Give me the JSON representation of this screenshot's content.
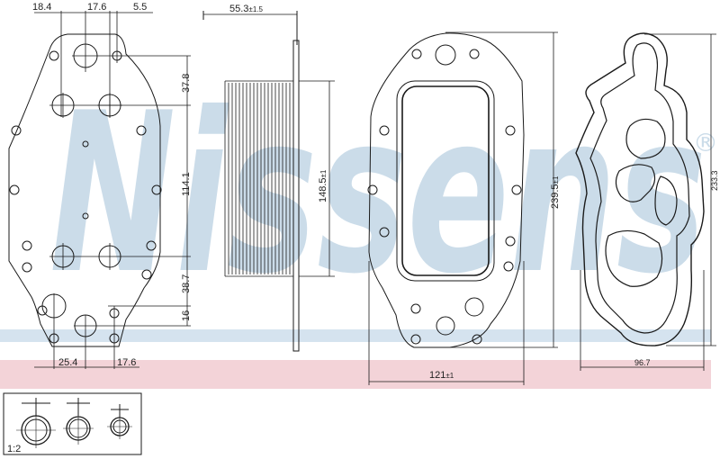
{
  "colors": {
    "line": "#1a1a1a",
    "watermark": "#c9dbe8",
    "band_pink": "#f3d3d8",
    "band_blue": "#d5e3ef",
    "background": "#ffffff"
  },
  "watermark": {
    "brand": "Nissens",
    "registered": "®"
  },
  "view1_dims": {
    "top_a": "18.4",
    "top_b": "17.6",
    "top_c": "5.5",
    "right_a": "37.8",
    "right_b": "114.1",
    "right_c": "38.7",
    "right_d": "16",
    "bottom_a": "25.4",
    "bottom_b": "17.6"
  },
  "view2_dims": {
    "depth": "55.3",
    "depth_tol": "±1.5",
    "height": "148.5",
    "height_tol": "±1"
  },
  "view3_dims": {
    "height": "239.5",
    "height_tol": "±1",
    "width": "121",
    "width_tol": "±1"
  },
  "view4_dims": {
    "height": "233.3",
    "width": "96.7"
  },
  "detail": {
    "scale": "1:2"
  }
}
